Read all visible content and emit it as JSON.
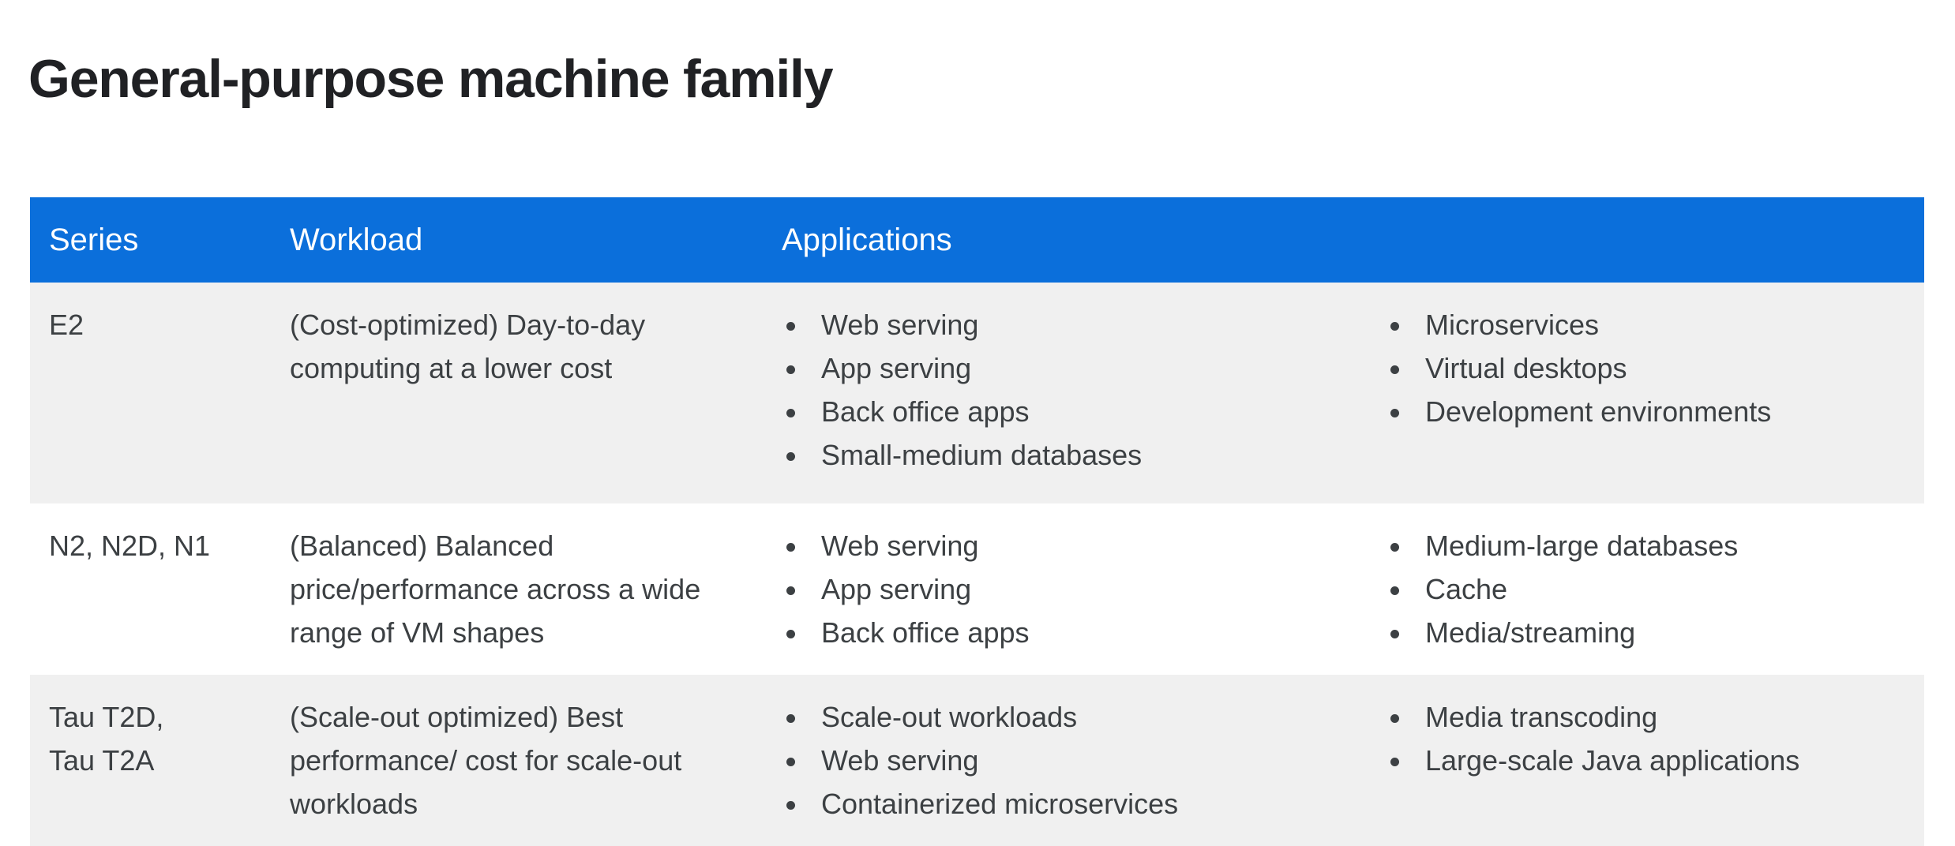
{
  "page": {
    "title": "General-purpose machine family"
  },
  "colors": {
    "header_blue": "#0b6fdb",
    "row_shaded": "#f0f0f0",
    "row_plain": "#ffffff",
    "text": "#3c4043",
    "title_text": "#202124",
    "header_text": "#ffffff"
  },
  "table": {
    "headers": {
      "series": "Series",
      "workload": "Workload",
      "applications": "Applications",
      "applications_second": ""
    },
    "rows": [
      {
        "series": "E2",
        "workload": "(Cost-optimized) Day-to-day computing at a lower cost",
        "applications_left": [
          "Web serving",
          "App serving",
          "Back office apps",
          "Small-medium databases"
        ],
        "applications_right": [
          "Microservices",
          "Virtual desktops",
          "Development environments"
        ],
        "shaded": true
      },
      {
        "series": "N2, N2D, N1",
        "workload": "(Balanced) Balanced price/performance across a wide range of VM shapes",
        "applications_left": [
          "Web serving",
          "App serving",
          "Back office apps"
        ],
        "applications_right": [
          "Medium-large databases",
          "Cache",
          "Media/streaming"
        ],
        "shaded": false
      },
      {
        "series": "Tau T2D,\nTau T2A",
        "workload": "(Scale-out optimized) Best performance/ cost for scale-out workloads",
        "applications_left": [
          "Scale-out workloads",
          "Web serving",
          "Containerized microservices"
        ],
        "applications_right": [
          "Media transcoding",
          "Large-scale Java applications"
        ],
        "shaded": true
      }
    ]
  }
}
